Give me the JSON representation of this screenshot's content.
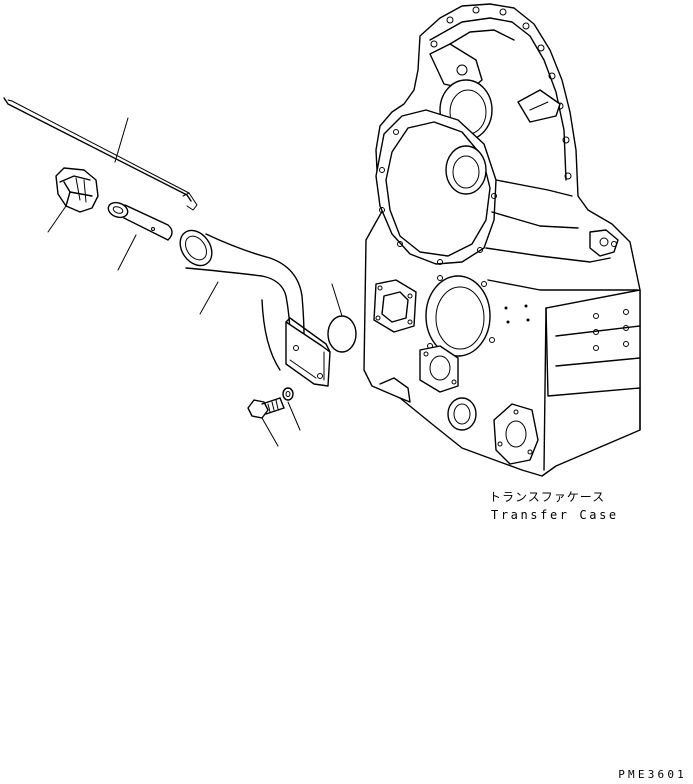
{
  "caption": {
    "japanese": "トランスファケース",
    "english": "Transfer Case"
  },
  "drawing_id": "PME3601"
}
